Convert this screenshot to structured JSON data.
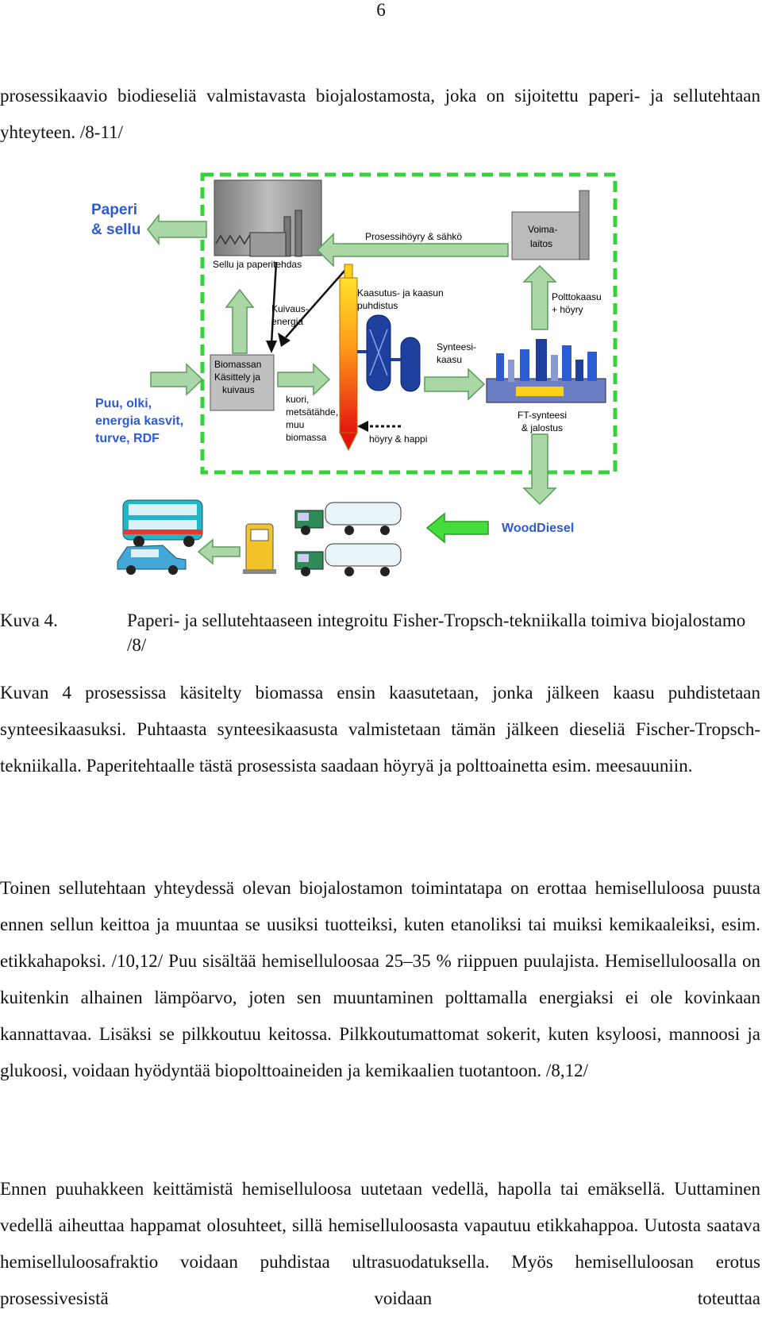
{
  "page_number": "6",
  "intro": "prosessikaavio biodieseliä valmistavasta biojalostamosta, joka on sijoitettu paperi- ja sellutehtaan yhteyteen. /8-11/",
  "figure": {
    "paperi_line1": "Paperi",
    "paperi_line2": "& sellu",
    "sellu_tehdas": "Sellu ja paperitehdas",
    "prosessihoyry": "Prosessihöyry & sähkö",
    "voimalaitos_line1": "Voima-",
    "voimalaitos_line2": "laitos",
    "kaasutus_line1": "Kaasutus- ja kaasun",
    "kaasutus_line2": "puhdistus",
    "polttokaasu_line1": "Polttokaasu",
    "polttokaasu_line2": "+ höyry",
    "kuivaus_line1": "Kuivaus-",
    "kuivaus_line2": "energia",
    "synteesi_line1": "Synteesi-",
    "synteesi_line2": "kaasu",
    "biomassa_line1": "Biomassan",
    "biomassa_line2": "Käsittely ja",
    "biomassa_line3": "kuivaus",
    "puu_line1": "Puu, olki,",
    "puu_line2": "energia kasvit,",
    "puu_line3": "turve, RDF",
    "kuori_line1": "kuori,",
    "kuori_line2": "metsätähde,",
    "kuori_line3": "muu",
    "kuori_line4": "biomassa",
    "hoyry_happi": "höyry & happi",
    "ft_line1": "FT-synteesi",
    "ft_line2": "& jalostus",
    "wooddiesel": "WoodDiesel",
    "colors": {
      "boundary": "#35d23a",
      "arrow_fill": "#a9d8a6",
      "arrow_stroke": "#5c9c5a",
      "brand_blue": "#2d5bd4",
      "reactor_blue": "#1f3f9e"
    }
  },
  "caption": {
    "label": "Kuva 4.",
    "text": "Paperi- ja sellutehtaaseen integroitu Fisher-Tropsch-tekniikalla toimiva biojalostamo /8/"
  },
  "paragraphs": {
    "p1": "Kuvan 4 prosessissa käsitelty biomassa ensin kaasutetaan, jonka jälkeen kaasu puhdistetaan synteesikaasuksi. Puhtaasta synteesikaasusta valmistetaan tämän jälkeen dieseliä Fischer-Tropsch-tekniikalla. Paperitehtaalle tästä prosessista saadaan höyryä ja polttoainetta esim. meesauuniin.",
    "p2": "Toinen sellutehtaan yhteydessä olevan biojalostamon toimintatapa on erottaa hemiselluloosa puusta ennen sellun keittoa ja muuntaa se uusiksi tuotteiksi, kuten etanoliksi tai muiksi kemikaaleiksi, esim. etikkahapoksi. /10,12/ Puu sisältää hemiselluloosaa 25–35 % riippuen puulajista. Hemiselluloosalla on kuitenkin alhainen lämpöarvo, joten sen muuntaminen polttamalla energiaksi ei ole kovinkaan kannattavaa. Lisäksi se pilkkoutuu keitossa. Pilkkoutumattomat sokerit, kuten ksyloosi, mannoosi ja glukoosi, voidaan hyödyntää biopolttoaineiden ja kemikaalien tuotantoon. /8,12/",
    "p3": "Ennen puuhakkeen keittämistä hemiselluloosa uutetaan vedellä, hapolla tai emäksellä. Uuttaminen vedellä aiheuttaa happamat olosuhteet, sillä hemiselluloosasta vapautuu etikkahappoa. Uutosta saatava hemiselluloosafraktio voidaan puhdistaa ultrasuodatuksella. Myös hemiselluloosan erotus prosessivesistä voidaan toteuttaa"
  }
}
